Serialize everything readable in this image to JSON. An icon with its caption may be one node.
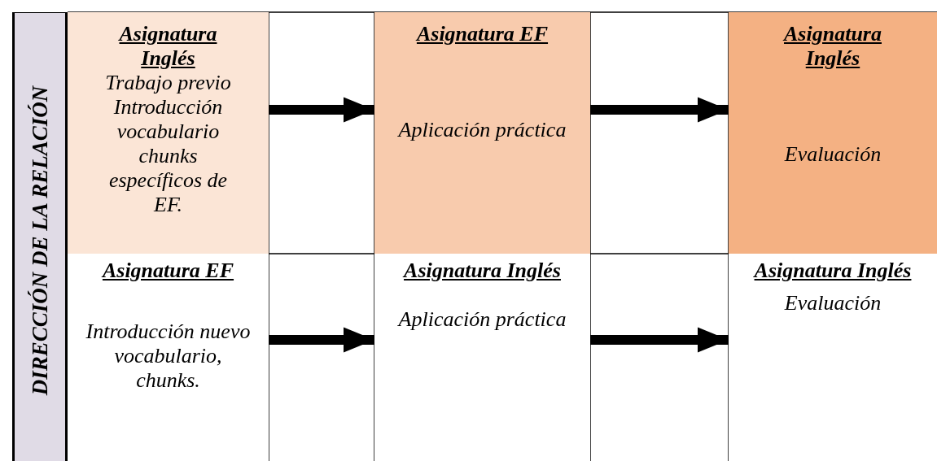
{
  "diagram": {
    "nodes": [
      {
        "text": [
          "DIRECCIÓN DE LA RELACIÓN"
        ]
      },
      {
        "text": [
          "Asignatura Inglés",
          "Trabajo previo Introducción vocabulario chunks específicos de EF."
        ]
      },
      {
        "text": [
          "Asignatura EF",
          "Aplicación práctica"
        ]
      },
      {
        "text": [
          "Asignatura Inglés",
          "Evaluación"
        ]
      },
      {
        "text": [
          "Asignatura EF",
          "Introducción nuevo vocabulario, chunks."
        ]
      },
      {
        "text": [
          "Asignatura Inglés",
          "Aplicación práctica"
        ]
      },
      {
        "text": [
          "Asignatura Inglés",
          "Evaluación"
        ]
      }
    ],
    "edges": [
      {
        "from": 1,
        "to": 2,
        "arrow": "to"
      },
      {
        "from": 2,
        "to": 3,
        "arrow": "to"
      },
      {
        "from": 4,
        "to": 5,
        "arrow": "to"
      },
      {
        "from": 5,
        "to": 6,
        "arrow": "to"
      }
    ]
  }
}
